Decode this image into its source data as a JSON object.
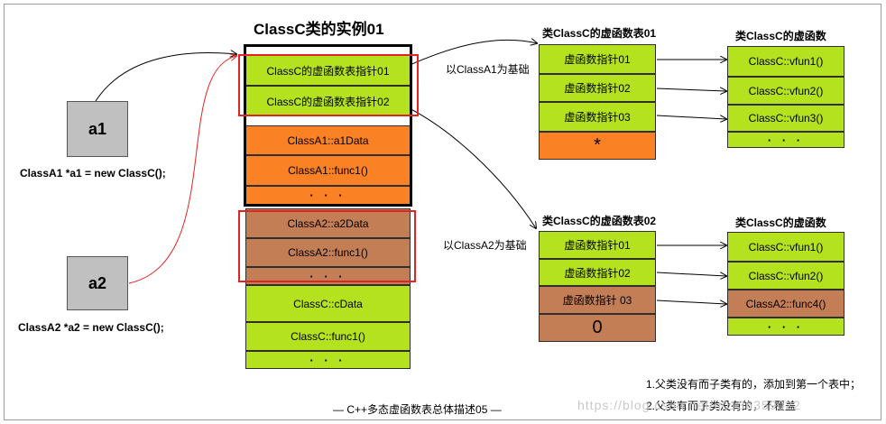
{
  "left": {
    "a1": {
      "label": "a1",
      "code": "ClassA1 *a1 = new ClassC();"
    },
    "a2": {
      "label": "a2",
      "code": "ClassA2 *a2 = new ClassC();"
    }
  },
  "instance": {
    "title": "ClassC类的实例01",
    "cells": [
      {
        "text": "ClassC的虚函数表指针01",
        "color": "green"
      },
      {
        "text": "ClassC的虚函数表指针02",
        "color": "green"
      },
      {
        "text": "ClassA1::a1Data",
        "color": "orange"
      },
      {
        "text": "ClassA1::func1()",
        "color": "orange"
      },
      {
        "text": "· · ·",
        "color": "orange"
      },
      {
        "text": "ClassA2::a2Data",
        "color": "brown"
      },
      {
        "text": "ClassA2::func1()",
        "color": "brown"
      },
      {
        "text": "· · ·",
        "color": "brown"
      },
      {
        "text": "ClassC::cData",
        "color": "green"
      },
      {
        "text": "ClassC::func1()",
        "color": "green"
      },
      {
        "text": "· · ·",
        "color": "green"
      }
    ]
  },
  "vtable1": {
    "title": "类ClassC的虚函数表01",
    "base_label": "以ClassA1为基础",
    "cells": [
      {
        "text": "虚函数指针01",
        "color": "green"
      },
      {
        "text": "虚函数指针02",
        "color": "green"
      },
      {
        "text": "虚函数指针03",
        "color": "green"
      },
      {
        "text": "*",
        "color": "orange"
      }
    ]
  },
  "funcs1": {
    "title": "类ClassC的虚函数",
    "cells": [
      {
        "text": "ClassC::vfun1()",
        "color": "green"
      },
      {
        "text": "ClassC::vfun2()",
        "color": "green"
      },
      {
        "text": "ClassC::vfun3()",
        "color": "green"
      },
      {
        "text": "· · ·",
        "color": "green"
      }
    ]
  },
  "vtable2": {
    "title": "类ClassC的虚函数表02",
    "base_label": "以ClassA2为基础",
    "cells": [
      {
        "text": "虚函数指针01",
        "color": "green"
      },
      {
        "text": "虚函数指针02",
        "color": "green"
      },
      {
        "text": "虚函数指针 03",
        "color": "brown"
      },
      {
        "text": "0",
        "color": "brown"
      }
    ]
  },
  "funcs2": {
    "title": "类ClassC的虚函数",
    "cells": [
      {
        "text": "ClassC::vfun1()",
        "color": "green"
      },
      {
        "text": "ClassC::vfun2()",
        "color": "green"
      },
      {
        "text": "ClassA2::func4()",
        "color": "brown"
      },
      {
        "text": "· · ·",
        "color": "green"
      }
    ]
  },
  "notes": {
    "line1": "1.父类没有而子类有的，添加到第一个表中；",
    "line2": "2.父类有而子类没有的，不覆盖"
  },
  "caption": "— C++多态虚函数表总体描述05 —",
  "watermark": "https://blog.csdn.net/u0136359022",
  "colors": {
    "green": "#b5e21e",
    "orange": "#fb8125",
    "brown": "#c47e55",
    "highlight": "#e02424"
  }
}
